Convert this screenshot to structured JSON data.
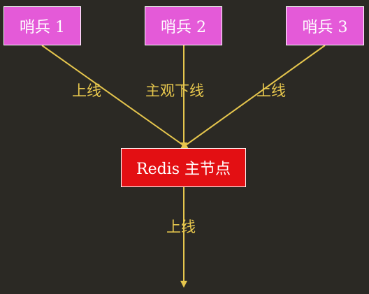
{
  "colors": {
    "background": "#2b2924",
    "sentinel_fill": "#e45ad8",
    "master_fill": "#e30f13",
    "edge": "#e6c64d",
    "label": "#e6c64d",
    "node_text": "#ffffff"
  },
  "nodes": {
    "sentinel1": "哨兵 1",
    "sentinel2": "哨兵 2",
    "sentinel3": "哨兵 3",
    "master": "Redis 主节点"
  },
  "edges": [
    {
      "from": "sentinel1",
      "to": "master",
      "label": "上线"
    },
    {
      "from": "sentinel2",
      "to": "master",
      "label": "主观下线"
    },
    {
      "from": "sentinel3",
      "to": "master",
      "label": "上线"
    },
    {
      "from": "master",
      "to": "outgoing",
      "label": "上线"
    }
  ]
}
